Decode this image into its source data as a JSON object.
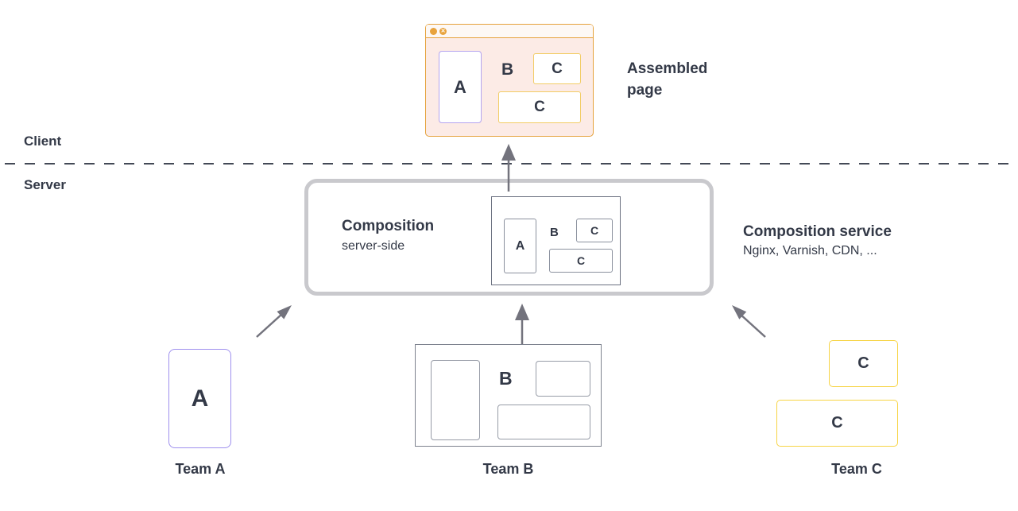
{
  "colors": {
    "text": "#333947",
    "window_frame": "#e5a23c",
    "window_background": "#fcebe6",
    "purple_fragment_border": "#9f90ee",
    "yellow_fragment_border": "#f7d446",
    "composition_border": "#c9c9cd",
    "arrow": "#73737d",
    "divider": "#434956"
  },
  "window": {
    "close_glyph": "✕"
  },
  "assembled_page": {
    "label": "Assembled page",
    "fragment_a": "A",
    "fragment_b": "B",
    "fragment_c_top": "C",
    "fragment_c_bottom": "C"
  },
  "layers": {
    "client": "Client",
    "server": "Server"
  },
  "composition": {
    "title": "Composition",
    "subtitle": "server-side",
    "fragment_a": "A",
    "fragment_b": "B",
    "fragment_c_top": "C",
    "fragment_c_bottom": "C"
  },
  "service": {
    "title": "Composition service",
    "subtitle": "Nginx, Varnish, CDN, ..."
  },
  "teams": {
    "a": {
      "label": "Team A",
      "fragment": "A"
    },
    "b": {
      "label": "Team B",
      "fragment": "B"
    },
    "c": {
      "label": "Team C",
      "fragment_top": "C",
      "fragment_bottom": "C"
    }
  }
}
